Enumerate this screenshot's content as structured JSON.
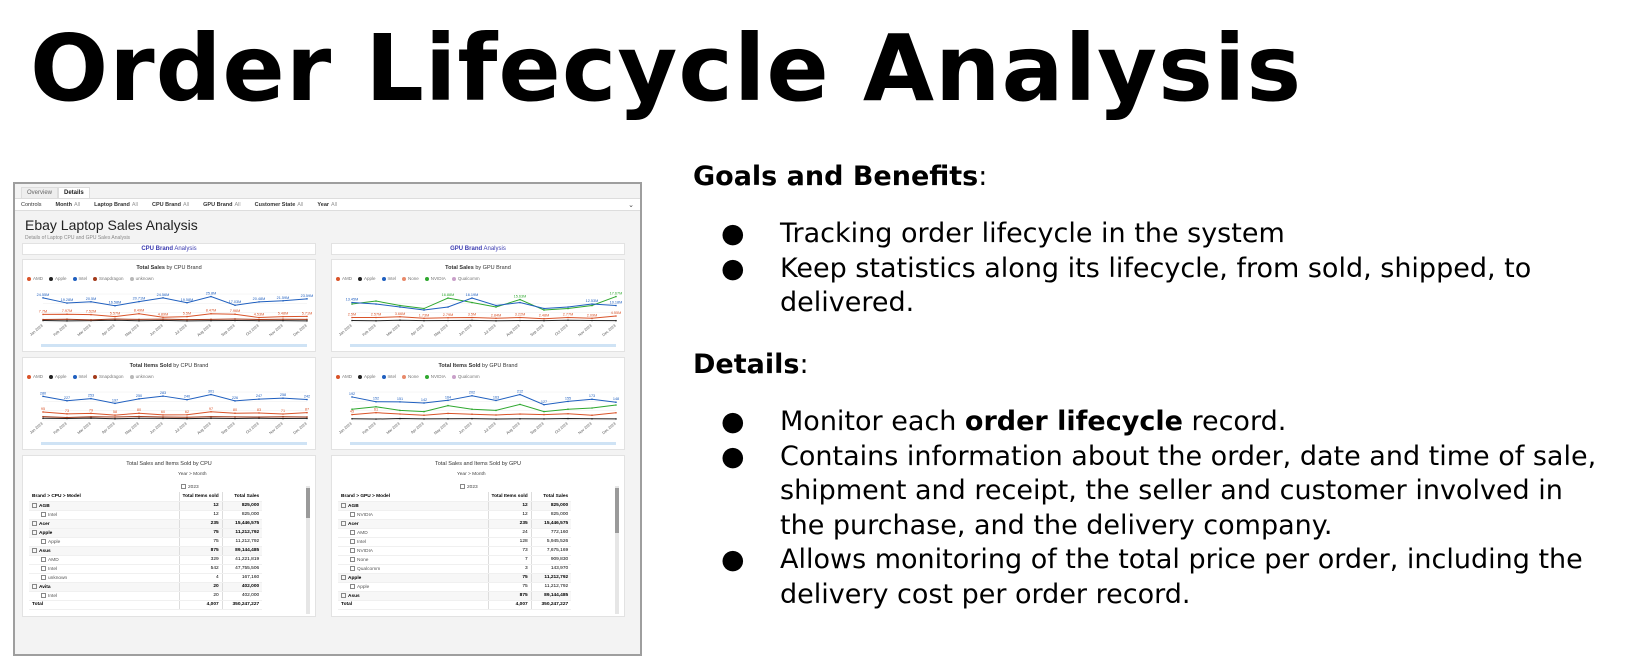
{
  "slide": {
    "title": "Order Lifecycle Analysis",
    "goals_heading": "Goals and Benefits",
    "colon": ":",
    "goals": [
      "Tracking order lifecycle in the system",
      "Keep statistics along its lifecycle, from sold, shipped, to delivered."
    ],
    "details_heading": "Details",
    "details": {
      "item1_prefix": "Monitor each ",
      "item1_bold": "order lifecycle",
      "item1_suffix": " record.",
      "item2": "Contains information about the order, date and time of sale, shipment and receipt, the seller and customer involved in the purchase, and the delivery company.",
      "item3": "Allows monitoring of the total price per order, including the delivery cost per order record."
    },
    "bullet": "●"
  },
  "dashboard": {
    "tabs": [
      "Overview",
      "Details"
    ],
    "controls_label": "Controls",
    "controls": [
      {
        "name": "Month",
        "value": "All"
      },
      {
        "name": "Laptop Brand",
        "value": "All"
      },
      {
        "name": "CPU Brand",
        "value": "All"
      },
      {
        "name": "GPU Brand",
        "value": "All"
      },
      {
        "name": "Customer State",
        "value": "All"
      },
      {
        "name": "Year",
        "value": "All"
      }
    ],
    "title": "Ebay Laptop Sales Analysis",
    "subtitle": "Details of Laptop CPU and GPU Sales Analysis",
    "sections": {
      "cpu": {
        "bold": "CPU Brand",
        "rest": " Analysis"
      },
      "gpu": {
        "bold": "GPU Brand",
        "rest": " Analysis"
      }
    },
    "panels": {
      "cpu_sales": {
        "bold": "Total Sales",
        "rest": " by CPU Brand"
      },
      "gpu_sales": {
        "bold": "Total Sales",
        "rest": " by GPU Brand"
      },
      "cpu_items": {
        "bold": "Total Items Sold",
        "rest": " by CPU Brand"
      },
      "gpu_items": {
        "bold": "Total Items Sold",
        "rest": " by GPU Brand"
      },
      "cpu_table": "Total Sales and Items Sold by CPU",
      "gpu_table": "Total Sales and Items Sold by GPU"
    },
    "cpu_legend": [
      {
        "name": "AMD",
        "color": "#d9542a"
      },
      {
        "name": "Apple",
        "color": "#222222"
      },
      {
        "name": "Intel",
        "color": "#1f5fbf"
      },
      {
        "name": "Snapdragon",
        "color": "#a33a1a"
      },
      {
        "name": "unknown",
        "color": "#b8b8b8"
      }
    ],
    "gpu_legend": [
      {
        "name": "AMD",
        "color": "#d9542a"
      },
      {
        "name": "Apple",
        "color": "#222222"
      },
      {
        "name": "Intel",
        "color": "#1f5fbf"
      },
      {
        "name": "None",
        "color": "#e88a6a"
      },
      {
        "name": "NVIDIA",
        "color": "#2fa82f"
      },
      {
        "name": "Qualcomm",
        "color": "#c9a0c9"
      }
    ],
    "months": [
      "Jan 2023",
      "Feb 2023",
      "Mar 2023",
      "Apr 2023",
      "May 2023",
      "Jun 2023",
      "Jul 2023",
      "Aug 2023",
      "Sep 2023",
      "Oct 2023",
      "Nov 2023",
      "Dec 2023"
    ],
    "cpu_sales_series": [
      {
        "color": "#1f5fbf",
        "values": [
          24.5,
          19.2,
          20.5,
          16.5,
          20.7,
          24.5,
          19.5,
          25.8,
          17.0,
          20.4,
          21.5,
          23.5
        ],
        "labels": [
          "24.55M",
          "19.28M",
          "20.5M",
          "16.58M",
          "20.71M",
          "24.56M",
          "19.58M",
          "25.8M",
          "17.03M",
          "20.48M",
          "21.59M",
          "23.59M"
        ]
      },
      {
        "color": "#d9542a",
        "values": [
          7.7,
          7.9,
          7.5,
          5.5,
          8.4,
          4.8,
          5.5,
          8.4,
          7.9,
          4.5,
          5.4,
          5.7
        ],
        "labels": [
          "7.7M",
          "7.97M",
          "7.52M",
          "5.57M",
          "8.49M",
          "4.89M",
          "5.5M",
          "8.47M",
          "7.96M",
          "4.53M",
          "5.48M",
          "5.71M"
        ]
      },
      {
        "color": "#222222",
        "values": [
          1.5,
          1.2,
          1.4,
          1.8,
          1.3,
          1.6,
          1.2,
          1.4,
          1.5,
          1.3,
          1.4,
          1.2
        ],
        "labels": []
      },
      {
        "color": "#a33a1a",
        "values": [
          2.5,
          2.8,
          2.2,
          3.0,
          2.6,
          2.9,
          2.4,
          2.7,
          3.1,
          2.5,
          2.8,
          2.6
        ],
        "labels": []
      }
    ],
    "gpu_sales_series": [
      {
        "color": "#2fa82f",
        "values": [
          12,
          14,
          11,
          9,
          16,
          13,
          10,
          15,
          8,
          9,
          11,
          17
        ],
        "labels": [
          "",
          "",
          "",
          "",
          "16.88M",
          "",
          "",
          "15.63M",
          "",
          "",
          "",
          "17.67M"
        ]
      },
      {
        "color": "#1f5fbf",
        "values": [
          13,
          12,
          10,
          8,
          10,
          16,
          11,
          13,
          9,
          10,
          12,
          11
        ],
        "labels": [
          "13.45M",
          "",
          "",
          "",
          "",
          "16.19M",
          "",
          "",
          "",
          "",
          "12.53M",
          "10.18M"
        ]
      },
      {
        "color": "#d9542a",
        "values": [
          3,
          3,
          3.5,
          2.5,
          2.8,
          3,
          2.5,
          3,
          2.2,
          3,
          2.5,
          4
        ],
        "labels": [
          "2.5M",
          "2.57M",
          "3.66M",
          "1.73M",
          "2.79M",
          "3.5M",
          "2.84M",
          "3.22M",
          "2.48M",
          "2.77M",
          "2.09M",
          "4.55M"
        ]
      },
      {
        "color": "#222222",
        "values": [
          1,
          0.8,
          1.2,
          0.9,
          1,
          1.1,
          0.8,
          1,
          0.9,
          1.2,
          1,
          0.9
        ],
        "labels": []
      }
    ],
    "cpu_items_series": [
      {
        "color": "#1f5fbf",
        "values": [
          280,
          227,
          253,
          197,
          250,
          283,
          240,
          301,
          226,
          247,
          258,
          242
        ],
        "labels": [
          "280",
          "227",
          "253",
          "197",
          "250",
          "283",
          "240",
          "301",
          "226",
          "247",
          "258",
          "242"
        ]
      },
      {
        "color": "#d9542a",
        "values": [
          95,
          73,
          79,
          58,
          80,
          60,
          62,
          97,
          80,
          83,
          71,
          87
        ],
        "labels": [
          "95",
          "73",
          "79",
          "58",
          "80",
          "60",
          "62",
          "97",
          "80",
          "83",
          "71",
          "87"
        ]
      },
      {
        "color": "#222222",
        "values": [
          20,
          18,
          22,
          15,
          20,
          19,
          16,
          20,
          18,
          21,
          17,
          19
        ],
        "labels": []
      },
      {
        "color": "#a33a1a",
        "values": [
          40,
          30,
          38,
          35,
          42,
          36,
          33,
          40,
          37,
          35,
          39,
          36
        ],
        "labels": []
      }
    ],
    "gpu_items_series": [
      {
        "color": "#1f5fbf",
        "values": [
          192,
          152,
          151,
          142,
          164,
          202,
          163,
          212,
          127,
          155,
          173,
          148
        ],
        "labels": [
          "192",
          "152",
          "151",
          "142",
          "164",
          "202",
          "163",
          "212",
          "127",
          "155",
          "173",
          "148"
        ]
      },
      {
        "color": "#2fa82f",
        "values": [
          90,
          110,
          80,
          70,
          120,
          90,
          80,
          130,
          70,
          90,
          100,
          125
        ],
        "labels": []
      },
      {
        "color": "#d9542a",
        "values": [
          45,
          61,
          50,
          40,
          55,
          48,
          42,
          50,
          45,
          52,
          40,
          60
        ],
        "labels": [
          "45",
          "61"
        ]
      },
      {
        "color": "#222222",
        "values": [
          10,
          8,
          12,
          9,
          10,
          11,
          8,
          10,
          9,
          12,
          10,
          9
        ],
        "labels": []
      }
    ],
    "cpu_table": {
      "year_label": "Year",
      "month_label": "Month",
      "year": "2023",
      "row_header": "Brand > CPU > Model",
      "col1": "Total Items sold",
      "col2": "Total Sales",
      "rows": [
        {
          "lvl": 0,
          "name": "AGB",
          "items": "12",
          "sales": "825,000"
        },
        {
          "lvl": 1,
          "name": "Intel",
          "items": "12",
          "sales": "825,000"
        },
        {
          "lvl": 0,
          "name": "Acer",
          "items": "235",
          "sales": "15,446,575"
        },
        {
          "lvl": 0,
          "name": "Apple",
          "items": "75",
          "sales": "11,212,792"
        },
        {
          "lvl": 1,
          "name": "Apple",
          "items": "75",
          "sales": "11,212,792"
        },
        {
          "lvl": 0,
          "name": "Asus",
          "items": "875",
          "sales": "89,144,485"
        },
        {
          "lvl": 1,
          "name": "AMD",
          "items": "329",
          "sales": "41,221,819"
        },
        {
          "lvl": 1,
          "name": "Intel",
          "items": "542",
          "sales": "47,755,506"
        },
        {
          "lvl": 1,
          "name": "unknown",
          "items": "4",
          "sales": "167,160"
        },
        {
          "lvl": 0,
          "name": "Avita",
          "items": "20",
          "sales": "402,000"
        },
        {
          "lvl": 1,
          "name": "Intel",
          "items": "20",
          "sales": "402,000"
        }
      ],
      "total_label": "Total",
      "total_items": "4,007",
      "total_sales": "350,247,227"
    },
    "gpu_table": {
      "year_label": "Year",
      "month_label": "Month",
      "year": "2023",
      "row_header": "Brand > GPU > Model",
      "col1": "Total Items sold",
      "col2": "Total Sales",
      "rows": [
        {
          "lvl": 0,
          "name": "AGB",
          "items": "12",
          "sales": "825,000"
        },
        {
          "lvl": 1,
          "name": "NVIDIA",
          "items": "12",
          "sales": "825,000"
        },
        {
          "lvl": 0,
          "name": "Acer",
          "items": "235",
          "sales": "15,446,575"
        },
        {
          "lvl": 1,
          "name": "AMD",
          "items": "24",
          "sales": "772,160"
        },
        {
          "lvl": 1,
          "name": "Intel",
          "items": "128",
          "sales": "5,945,526"
        },
        {
          "lvl": 1,
          "name": "NVIDIA",
          "items": "73",
          "sales": "7,675,169"
        },
        {
          "lvl": 1,
          "name": "None",
          "items": "7",
          "sales": "909,830"
        },
        {
          "lvl": 1,
          "name": "Qualcomm",
          "items": "3",
          "sales": "143,970"
        },
        {
          "lvl": 0,
          "name": "Apple",
          "items": "75",
          "sales": "11,212,792"
        },
        {
          "lvl": 1,
          "name": "Apple",
          "items": "75",
          "sales": "11,212,792"
        },
        {
          "lvl": 0,
          "name": "Asus",
          "items": "875",
          "sales": "89,144,485"
        }
      ],
      "total_label": "Total",
      "total_items": "4,007",
      "total_sales": "350,247,227"
    }
  }
}
